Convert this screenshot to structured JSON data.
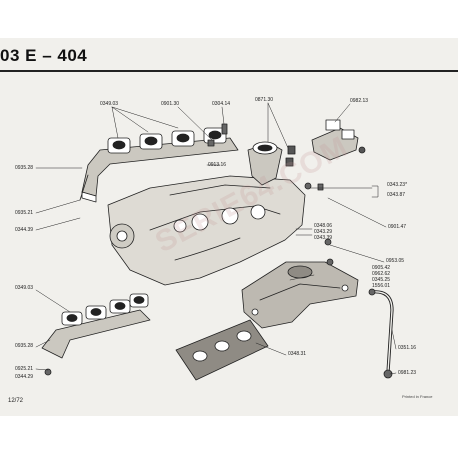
{
  "title": "03 E – 404",
  "page_number": "12/72",
  "printed_note": "Printed in France",
  "watermark": "SERIE64.COM",
  "labels": {
    "l0349_03_top": "0349.03",
    "l0901_30": "0901.30",
    "l0304_14": "0304.14",
    "l0871_30": "0871.30",
    "l0982_13": "0982.13",
    "l0935_28_top": "0935.28",
    "l0913_16": "0913.16",
    "l0343_23": "0343.23*",
    "l0343_87": "0343.87",
    "l0935_21_top": "0935.21",
    "l0344_39": "0344.39",
    "l0901_47": "0901.47",
    "l0348_06": "0348.06",
    "l0343_29": "0343.29",
    "l0343_39": "0343.39",
    "l0953_05": "0953.05",
    "l0905_42": "0905.42",
    "l0962_62": "0962.62",
    "l0345_25": "0345.25",
    "l1556_01": "1556.01",
    "l0349_03_low": "0349.03",
    "l0935_28_low": "0935.28",
    "l0925_21": "0925.21",
    "l0344_29": "0344.29",
    "l0348_31": "0348.31",
    "l0351_16": "0351.16",
    "l0981_23": "0981.23"
  }
}
